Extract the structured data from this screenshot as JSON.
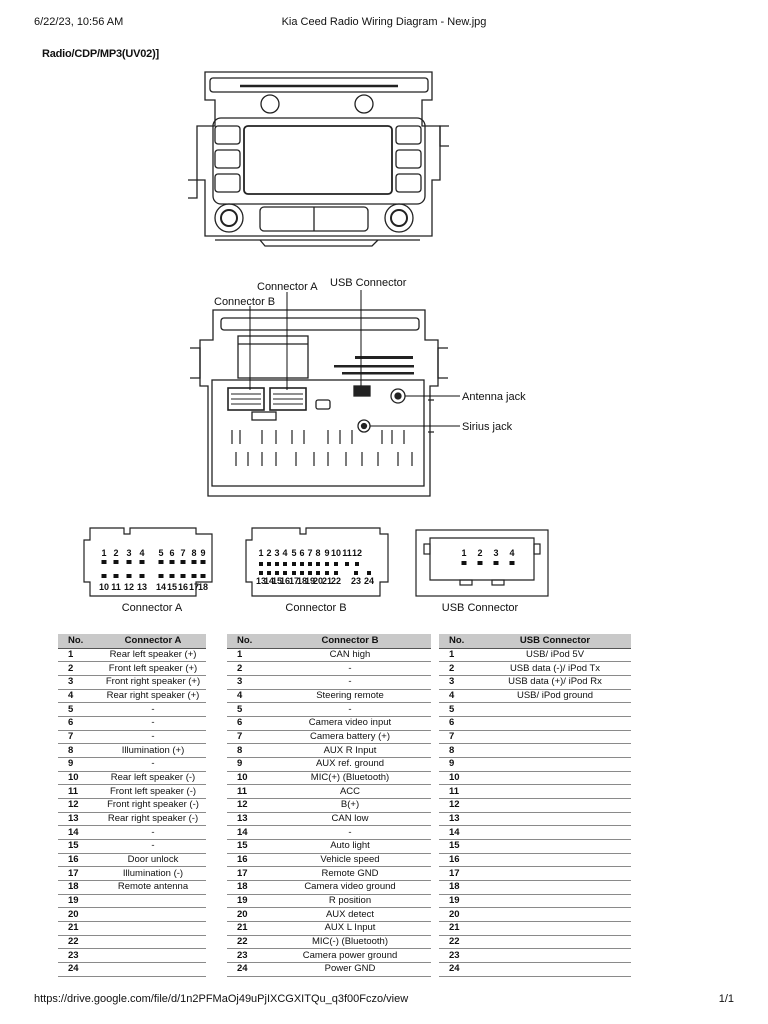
{
  "print_header": {
    "datetime": "6/22/23, 10:56 AM",
    "title": "Kia Ceed Radio Wiring Diagram - New.jpg"
  },
  "heading": "Radio/CDP/MP3(UV02)]",
  "diagram_labels": {
    "connector_a": "Connector A",
    "usb_connector": "USB Connector",
    "connector_b": "Connector B",
    "antenna_jack": "Antenna jack",
    "sirius_jack": "Sirius jack"
  },
  "connector_faces": {
    "a": {
      "caption": "Connector A",
      "top_pins": [
        "1",
        "2",
        "3",
        "4",
        "5",
        "6",
        "7",
        "8",
        "9"
      ],
      "bottom_pins": [
        "10",
        "11",
        "12",
        "13",
        "14",
        "15",
        "16",
        "17",
        "18"
      ]
    },
    "b": {
      "caption": "Connector B",
      "top_pins": [
        "1",
        "2",
        "3",
        "4",
        "5",
        "6",
        "7",
        "8",
        "9",
        "10",
        "11",
        "12"
      ],
      "bottom_pins": [
        "13",
        "14",
        "15",
        "16",
        "17",
        "18",
        "19",
        "20",
        "21",
        "22",
        "23",
        "24"
      ]
    },
    "usb": {
      "caption": "USB Connector",
      "top_pins": [
        "1",
        "2",
        "3",
        "4"
      ]
    }
  },
  "tables": {
    "connector_a": {
      "headers": [
        "No.",
        "Connector A"
      ],
      "rows": [
        [
          "1",
          "Rear left speaker (+)"
        ],
        [
          "2",
          "Front left speaker (+)"
        ],
        [
          "3",
          "Front right speaker (+)"
        ],
        [
          "4",
          "Rear right speaker (+)"
        ],
        [
          "5",
          "-"
        ],
        [
          "6",
          "-"
        ],
        [
          "7",
          "-"
        ],
        [
          "8",
          "Illumination (+)"
        ],
        [
          "9",
          "-"
        ],
        [
          "10",
          "Rear left speaker (-)"
        ],
        [
          "11",
          "Front left speaker (-)"
        ],
        [
          "12",
          "Front right speaker (-)"
        ],
        [
          "13",
          "Rear right speaker (-)"
        ],
        [
          "14",
          "-"
        ],
        [
          "15",
          "-"
        ],
        [
          "16",
          "Door unlock"
        ],
        [
          "17",
          "Illumination (-)"
        ],
        [
          "18",
          "Remote antenna"
        ],
        [
          "19",
          ""
        ],
        [
          "20",
          ""
        ],
        [
          "21",
          ""
        ],
        [
          "22",
          ""
        ],
        [
          "23",
          ""
        ],
        [
          "24",
          ""
        ]
      ]
    },
    "connector_b": {
      "headers": [
        "No.",
        "Connector B"
      ],
      "rows": [
        [
          "1",
          "CAN high"
        ],
        [
          "2",
          "-"
        ],
        [
          "3",
          "-"
        ],
        [
          "4",
          "Steering remote"
        ],
        [
          "5",
          "-"
        ],
        [
          "6",
          "Camera video input"
        ],
        [
          "7",
          "Camera battery (+)"
        ],
        [
          "8",
          "AUX R Input"
        ],
        [
          "9",
          "AUX ref. ground"
        ],
        [
          "10",
          "MIC(+) (Bluetooth)"
        ],
        [
          "11",
          "ACC"
        ],
        [
          "12",
          "B(+)"
        ],
        [
          "13",
          "CAN low"
        ],
        [
          "14",
          "-"
        ],
        [
          "15",
          "Auto light"
        ],
        [
          "16",
          "Vehicle speed"
        ],
        [
          "17",
          "Remote GND"
        ],
        [
          "18",
          "Camera video ground"
        ],
        [
          "19",
          "R position"
        ],
        [
          "20",
          "AUX detect"
        ],
        [
          "21",
          "AUX L Input"
        ],
        [
          "22",
          "MIC(-) (Bluetooth)"
        ],
        [
          "23",
          "Camera power ground"
        ],
        [
          "24",
          "Power GND"
        ]
      ]
    },
    "usb_connector": {
      "headers": [
        "No.",
        "USB Connector"
      ],
      "rows": [
        [
          "1",
          "USB/ iPod 5V"
        ],
        [
          "2",
          "USB data (-)/ iPod Tx"
        ],
        [
          "3",
          "USB data (+)/ iPod Rx"
        ],
        [
          "4",
          "USB/ iPod ground"
        ],
        [
          "5",
          ""
        ],
        [
          "6",
          ""
        ],
        [
          "7",
          ""
        ],
        [
          "8",
          ""
        ],
        [
          "9",
          ""
        ],
        [
          "10",
          ""
        ],
        [
          "11",
          ""
        ],
        [
          "12",
          ""
        ],
        [
          "13",
          ""
        ],
        [
          "14",
          ""
        ],
        [
          "15",
          ""
        ],
        [
          "16",
          ""
        ],
        [
          "17",
          ""
        ],
        [
          "18",
          ""
        ],
        [
          "19",
          ""
        ],
        [
          "20",
          ""
        ],
        [
          "21",
          ""
        ],
        [
          "22",
          ""
        ],
        [
          "23",
          ""
        ],
        [
          "24",
          ""
        ]
      ]
    }
  },
  "print_footer": {
    "url": "https://drive.google.com/file/d/1n2PFMaOj49uPjIXCGXITQu_q3f00Fczo/view",
    "page": "1/1"
  }
}
